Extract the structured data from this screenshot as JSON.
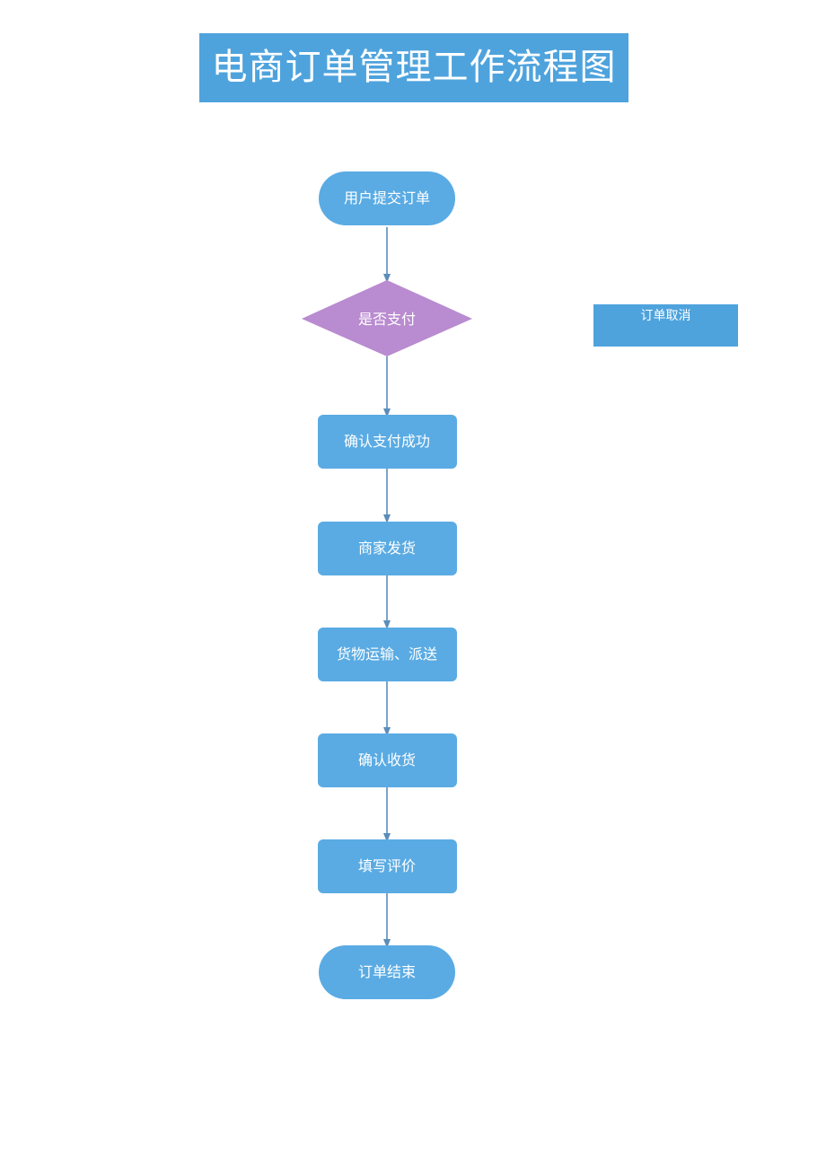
{
  "title": "电商订单管理工作流程图",
  "colors": {
    "node": "#5aabe3",
    "decision": "#b98bd0",
    "arrow": "#5b8db8",
    "banner": "#4ea3dd"
  },
  "nodes": {
    "start": "用户提交订单",
    "decision": "是否支付",
    "confirm_payment": "确认支付成功",
    "merchant_ship": "商家发货",
    "transport": "货物运输、派送",
    "confirm_receipt": "确认收货",
    "review": "填写评价",
    "end": "订单结束"
  },
  "side_box": {
    "label": "订单取消"
  }
}
